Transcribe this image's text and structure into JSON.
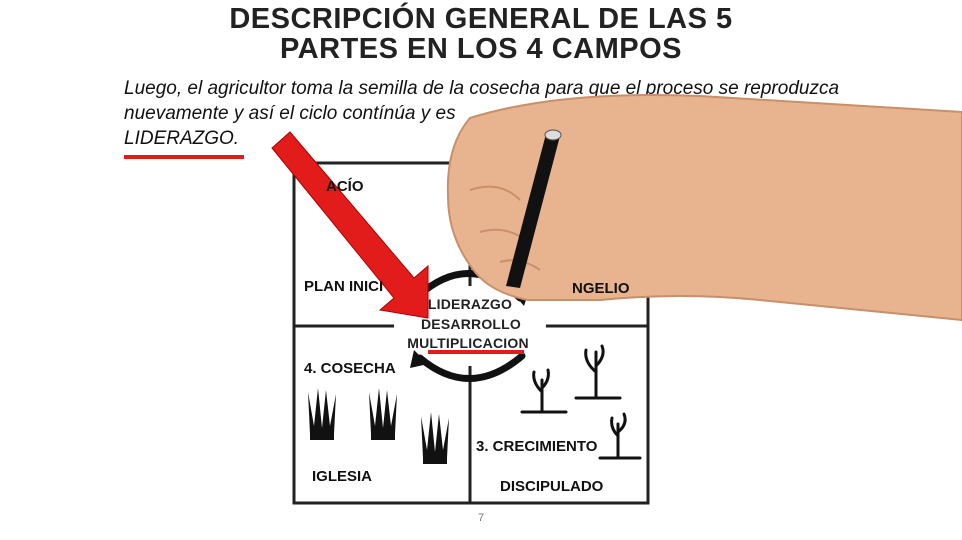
{
  "slide": {
    "title_line1": "DESCRIPCIÓN GENERAL DE LAS 5",
    "title_line2": "PARTES EN LOS 4 CAMPOS",
    "body_line1": "Luego, el agricultor toma la semilla de la cosecha para que el proceso se reproduzca",
    "body_line2": "nuevamente y así el ciclo contínúa y es",
    "body_line3": "LIDERAZGO.",
    "page_number": "7"
  },
  "diagram": {
    "quadrant_top_left_heading": "ACÍO",
    "quadrant_top_left_label": "PLAN INICI",
    "quadrant_top_right_label": "NGELIO",
    "quadrant_bottom_left_heading": "4. COSECHA",
    "quadrant_bottom_left_label": "IGLESIA",
    "quadrant_bottom_right_heading": "3. CRECIMIENTO",
    "quadrant_bottom_right_label": "DISCIPULADO",
    "center_line1": "LIDERAZGO",
    "center_line2": "DESARROLLO",
    "center_line3": "MULTIPLICACION"
  },
  "colors": {
    "accent_red": "#e21b1b",
    "skin": "#e8b48f"
  }
}
